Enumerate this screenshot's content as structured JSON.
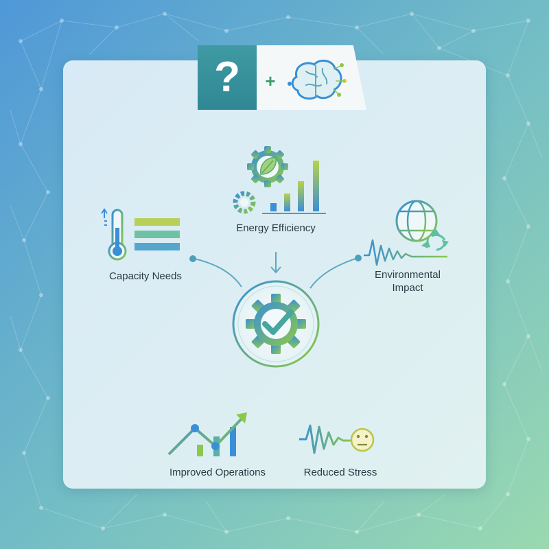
{
  "nodes": {
    "top": {
      "label": "Energy Efficiency"
    },
    "left": {
      "label": "Capacity Needs"
    },
    "right": {
      "label": "Environmental Impact"
    },
    "bottom_left": {
      "label": "Improved Operations"
    },
    "bottom_right": {
      "label": "Reduced Stress"
    }
  },
  "banner": {
    "question_mark": "?",
    "plus": "+"
  },
  "colors": {
    "teal": "#3f9aa4",
    "blue": "#3a8fd6",
    "green": "#8cc84b",
    "accent_line": "#5ea9c0"
  },
  "icons": {
    "center": "gear-checkmark-icon",
    "top": "gear-leaf-bar-chart-icon",
    "left": "thermometer-stacked-bars-icon",
    "right": "globe-recycle-wave-icon",
    "bottom_left": "trend-line-arrow-icon",
    "bottom_right": "wave-neutral-face-icon",
    "banner": "brain-icon"
  }
}
